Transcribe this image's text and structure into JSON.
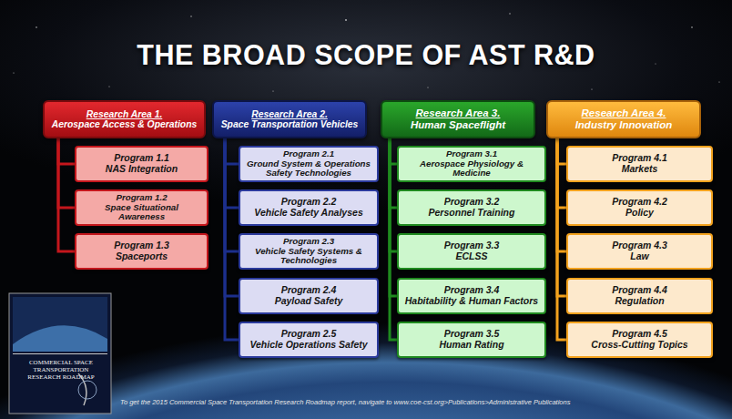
{
  "diagram": {
    "title": "THE BROAD SCOPE OF AST R&D",
    "nodes": [
      {
        "text": [
          "Research Area 1.",
          "Aerospace Access & Operations"
        ]
      },
      {
        "text": [
          "Program 1.1",
          "NAS Integration"
        ]
      },
      {
        "text": [
          "Program 1.2",
          "Space Situational Awareness"
        ]
      },
      {
        "text": [
          "Program 1.3",
          "Spaceports"
        ]
      },
      {
        "text": [
          "Research Area 2.",
          "Space Transportation Vehicles"
        ]
      },
      {
        "text": [
          "Program 2.1",
          "Ground System & Operations Safety Technologies"
        ]
      },
      {
        "text": [
          "Program 2.2",
          "Vehicle Safety Analyses"
        ]
      },
      {
        "text": [
          "Program 2.3",
          "Vehicle Safety Systems & Technologies"
        ]
      },
      {
        "text": [
          "Program 2.4",
          "Payload Safety"
        ]
      },
      {
        "text": [
          "Program 2.5",
          "Vehicle Operations Safety"
        ]
      },
      {
        "text": [
          "Research Area 3.",
          "Human Spaceflight"
        ]
      },
      {
        "text": [
          "Program 3.1",
          "Aerospace Physiology & Medicine"
        ]
      },
      {
        "text": [
          "Program 3.2",
          "Personnel Training"
        ]
      },
      {
        "text": [
          "Program 3.3",
          "ECLSS"
        ]
      },
      {
        "text": [
          "Program 3.4",
          "Habitability & Human Factors"
        ]
      },
      {
        "text": [
          "Program 3.5",
          "Human Rating"
        ]
      },
      {
        "text": [
          "Research Area 4.",
          "Industry Innovation"
        ]
      },
      {
        "text": [
          "Program 4.1",
          "Markets"
        ]
      },
      {
        "text": [
          "Program 4.2",
          "Policy"
        ]
      },
      {
        "text": [
          "Program 4.3",
          "Law"
        ]
      },
      {
        "text": [
          "Program 4.4",
          "Regulation"
        ]
      },
      {
        "text": [
          "Program 4.5",
          "Cross-Cutting Topics"
        ]
      }
    ],
    "edges": [
      {
        "from": 0,
        "to": 1,
        "arrow": "none"
      },
      {
        "from": 0,
        "to": 2,
        "arrow": "none"
      },
      {
        "from": 0,
        "to": 3,
        "arrow": "none"
      },
      {
        "from": 4,
        "to": 5,
        "arrow": "none"
      },
      {
        "from": 4,
        "to": 6,
        "arrow": "none"
      },
      {
        "from": 4,
        "to": 7,
        "arrow": "none"
      },
      {
        "from": 4,
        "to": 8,
        "arrow": "none"
      },
      {
        "from": 4,
        "to": 9,
        "arrow": "none"
      },
      {
        "from": 10,
        "to": 11,
        "arrow": "none"
      },
      {
        "from": 10,
        "to": 12,
        "arrow": "none"
      },
      {
        "from": 10,
        "to": 13,
        "arrow": "none"
      },
      {
        "from": 10,
        "to": 14,
        "arrow": "none"
      },
      {
        "from": 10,
        "to": 15,
        "arrow": "none"
      },
      {
        "from": 16,
        "to": 17,
        "arrow": "none"
      },
      {
        "from": 16,
        "to": 18,
        "arrow": "none"
      },
      {
        "from": 16,
        "to": 19,
        "arrow": "none"
      },
      {
        "from": 16,
        "to": 20,
        "arrow": "none"
      },
      {
        "from": 16,
        "to": 21,
        "arrow": "none"
      }
    ],
    "labels": [
      "COMMERCIAL SPACE TRANSPORTATION RESEARCH ROADMAP",
      "To get the 2015 Commercial Space Transportation Research Roadmap report, navigate to www.coe-cst.org>Publications>Administrative Publications"
    ]
  }
}
